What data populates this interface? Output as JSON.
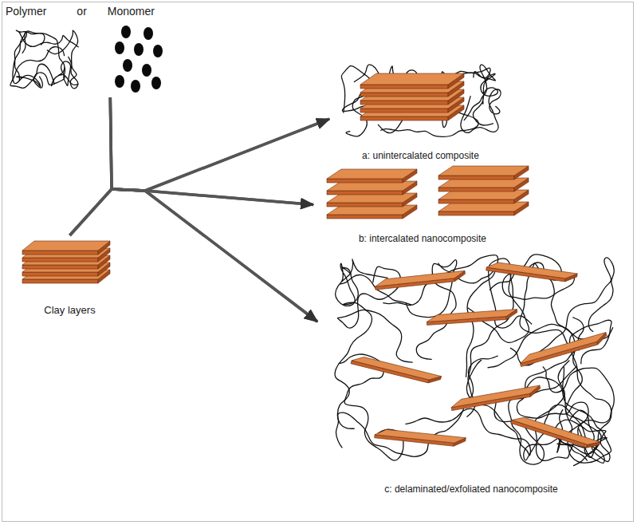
{
  "diagram": {
    "nodes": [
      {
        "text": [
          "Polymer",
          "or",
          "Monomer"
        ]
      },
      {
        "text": [
          "Clay layers"
        ]
      },
      {
        "text": [
          "a: unintercalated composite"
        ]
      },
      {
        "text": [
          "b: intercalated nanocomposite"
        ]
      },
      {
        "text": [
          "c: delaminated/exfoliated nanocomposite"
        ]
      }
    ],
    "edges": [
      {
        "from": 0,
        "to": 2,
        "arrow": "to"
      },
      {
        "from": 0,
        "to": 3,
        "arrow": "to"
      },
      {
        "from": 0,
        "to": 4,
        "arrow": "to"
      },
      {
        "from": 1,
        "to": 2,
        "arrow": "to"
      },
      {
        "from": 1,
        "to": 3,
        "arrow": "to"
      },
      {
        "from": 1,
        "to": 4,
        "arrow": "to"
      }
    ]
  }
}
